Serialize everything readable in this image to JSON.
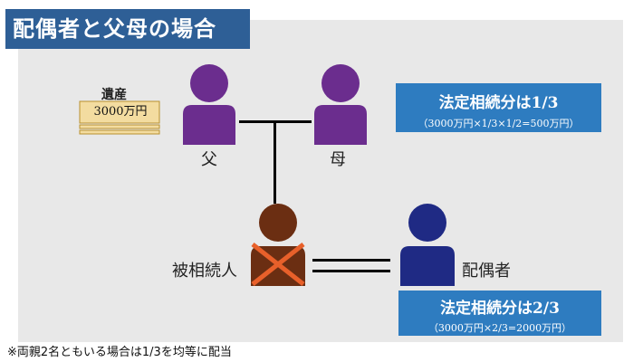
{
  "title": "配偶者と父母の場合",
  "inheritance": {
    "label": "遺産",
    "amount": "3000万円"
  },
  "father": {
    "label": "父"
  },
  "mother": {
    "label": "母"
  },
  "deceased": {
    "label": "被相続人"
  },
  "spouse": {
    "label": "配偶者"
  },
  "parents_share": {
    "main": "法定相続分は1/3",
    "sub": "（3000万円×1/3×1/2=500万円）"
  },
  "spouse_share": {
    "main": "法定相続分は2/3",
    "sub": "（3000万円×2/3=2000万円）"
  },
  "note": "※両親2名ともいる場合は1/3を均等に配当",
  "colors": {
    "parent": "#6b2d8e",
    "deceased": "#6b2e12",
    "spouse": "#1f2a84",
    "cross": "#e8602a",
    "box": "#2e7cc0",
    "title_bg": "#2e5f96"
  }
}
